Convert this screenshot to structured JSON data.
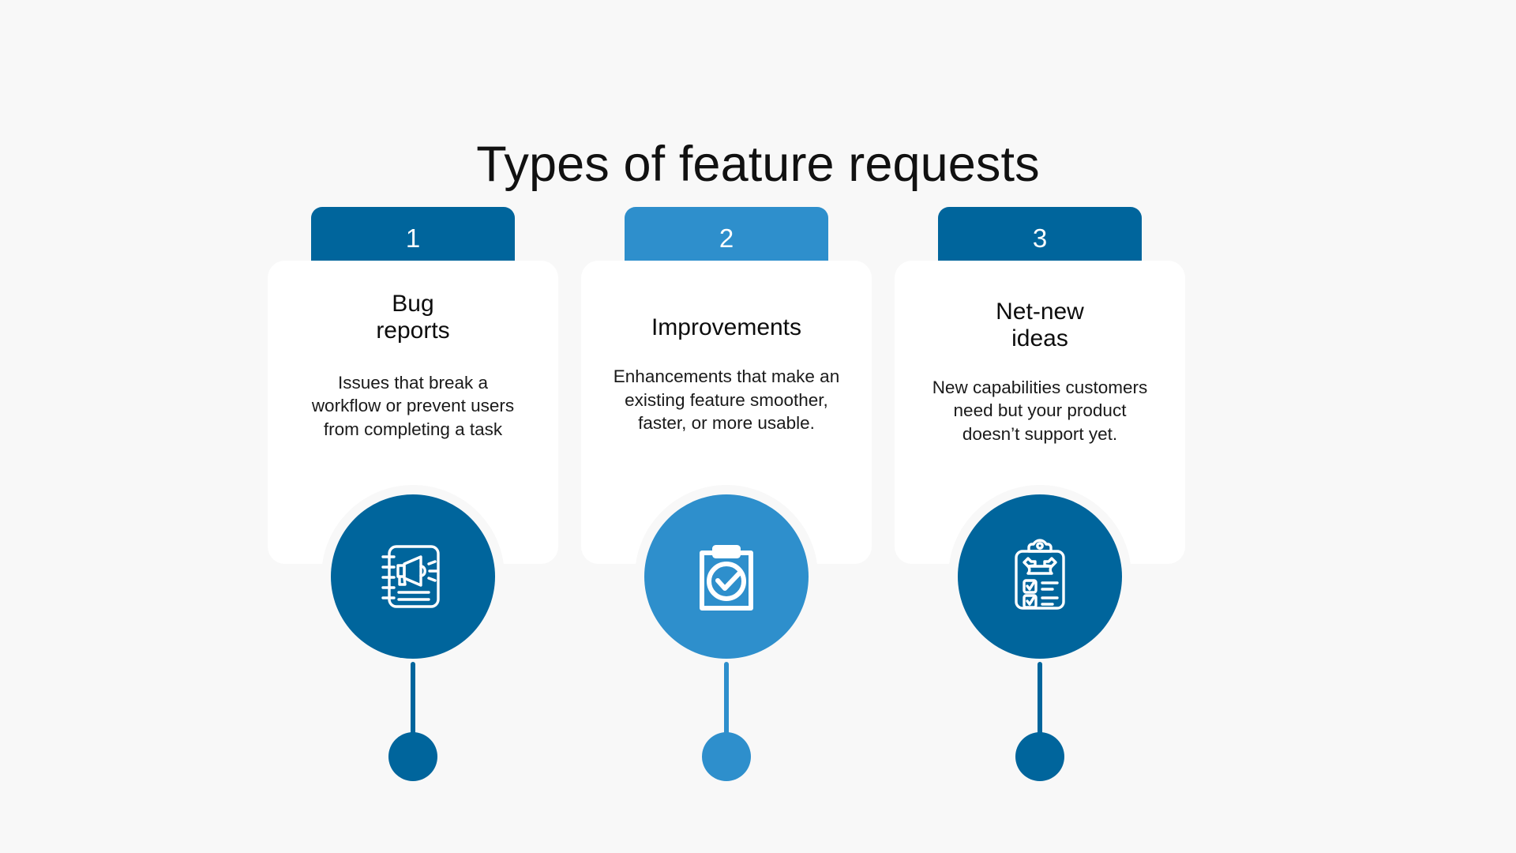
{
  "page": {
    "title": "Types of feature requests",
    "background_color": "#f8f8f8"
  },
  "colors": {
    "dark_blue": "#00659C",
    "light_blue": "#2E8FCC",
    "card_background": "#ffffff",
    "title_text": "#111111",
    "body_text": "#1a1a1a"
  },
  "cards": [
    {
      "number": "1",
      "heading": "Bug\nreports",
      "description": "Issues that break a\nworkflow or prevent users\nfrom completing a task",
      "accent_color": "#00659C",
      "icon": "notebook-megaphone-icon"
    },
    {
      "number": "2",
      "heading": "Improvements",
      "description": "Enhancements that make an\nexisting feature smoother,\nfaster, or more usable.",
      "accent_color": "#2E8FCC",
      "icon": "clipboard-check-icon"
    },
    {
      "number": "3",
      "heading": "Net-new\nideas",
      "description": "New capabilities customers\nneed but your product\ndoesn’t support yet.",
      "accent_color": "#00659C",
      "icon": "clipboard-wrench-checklist-icon"
    }
  ]
}
